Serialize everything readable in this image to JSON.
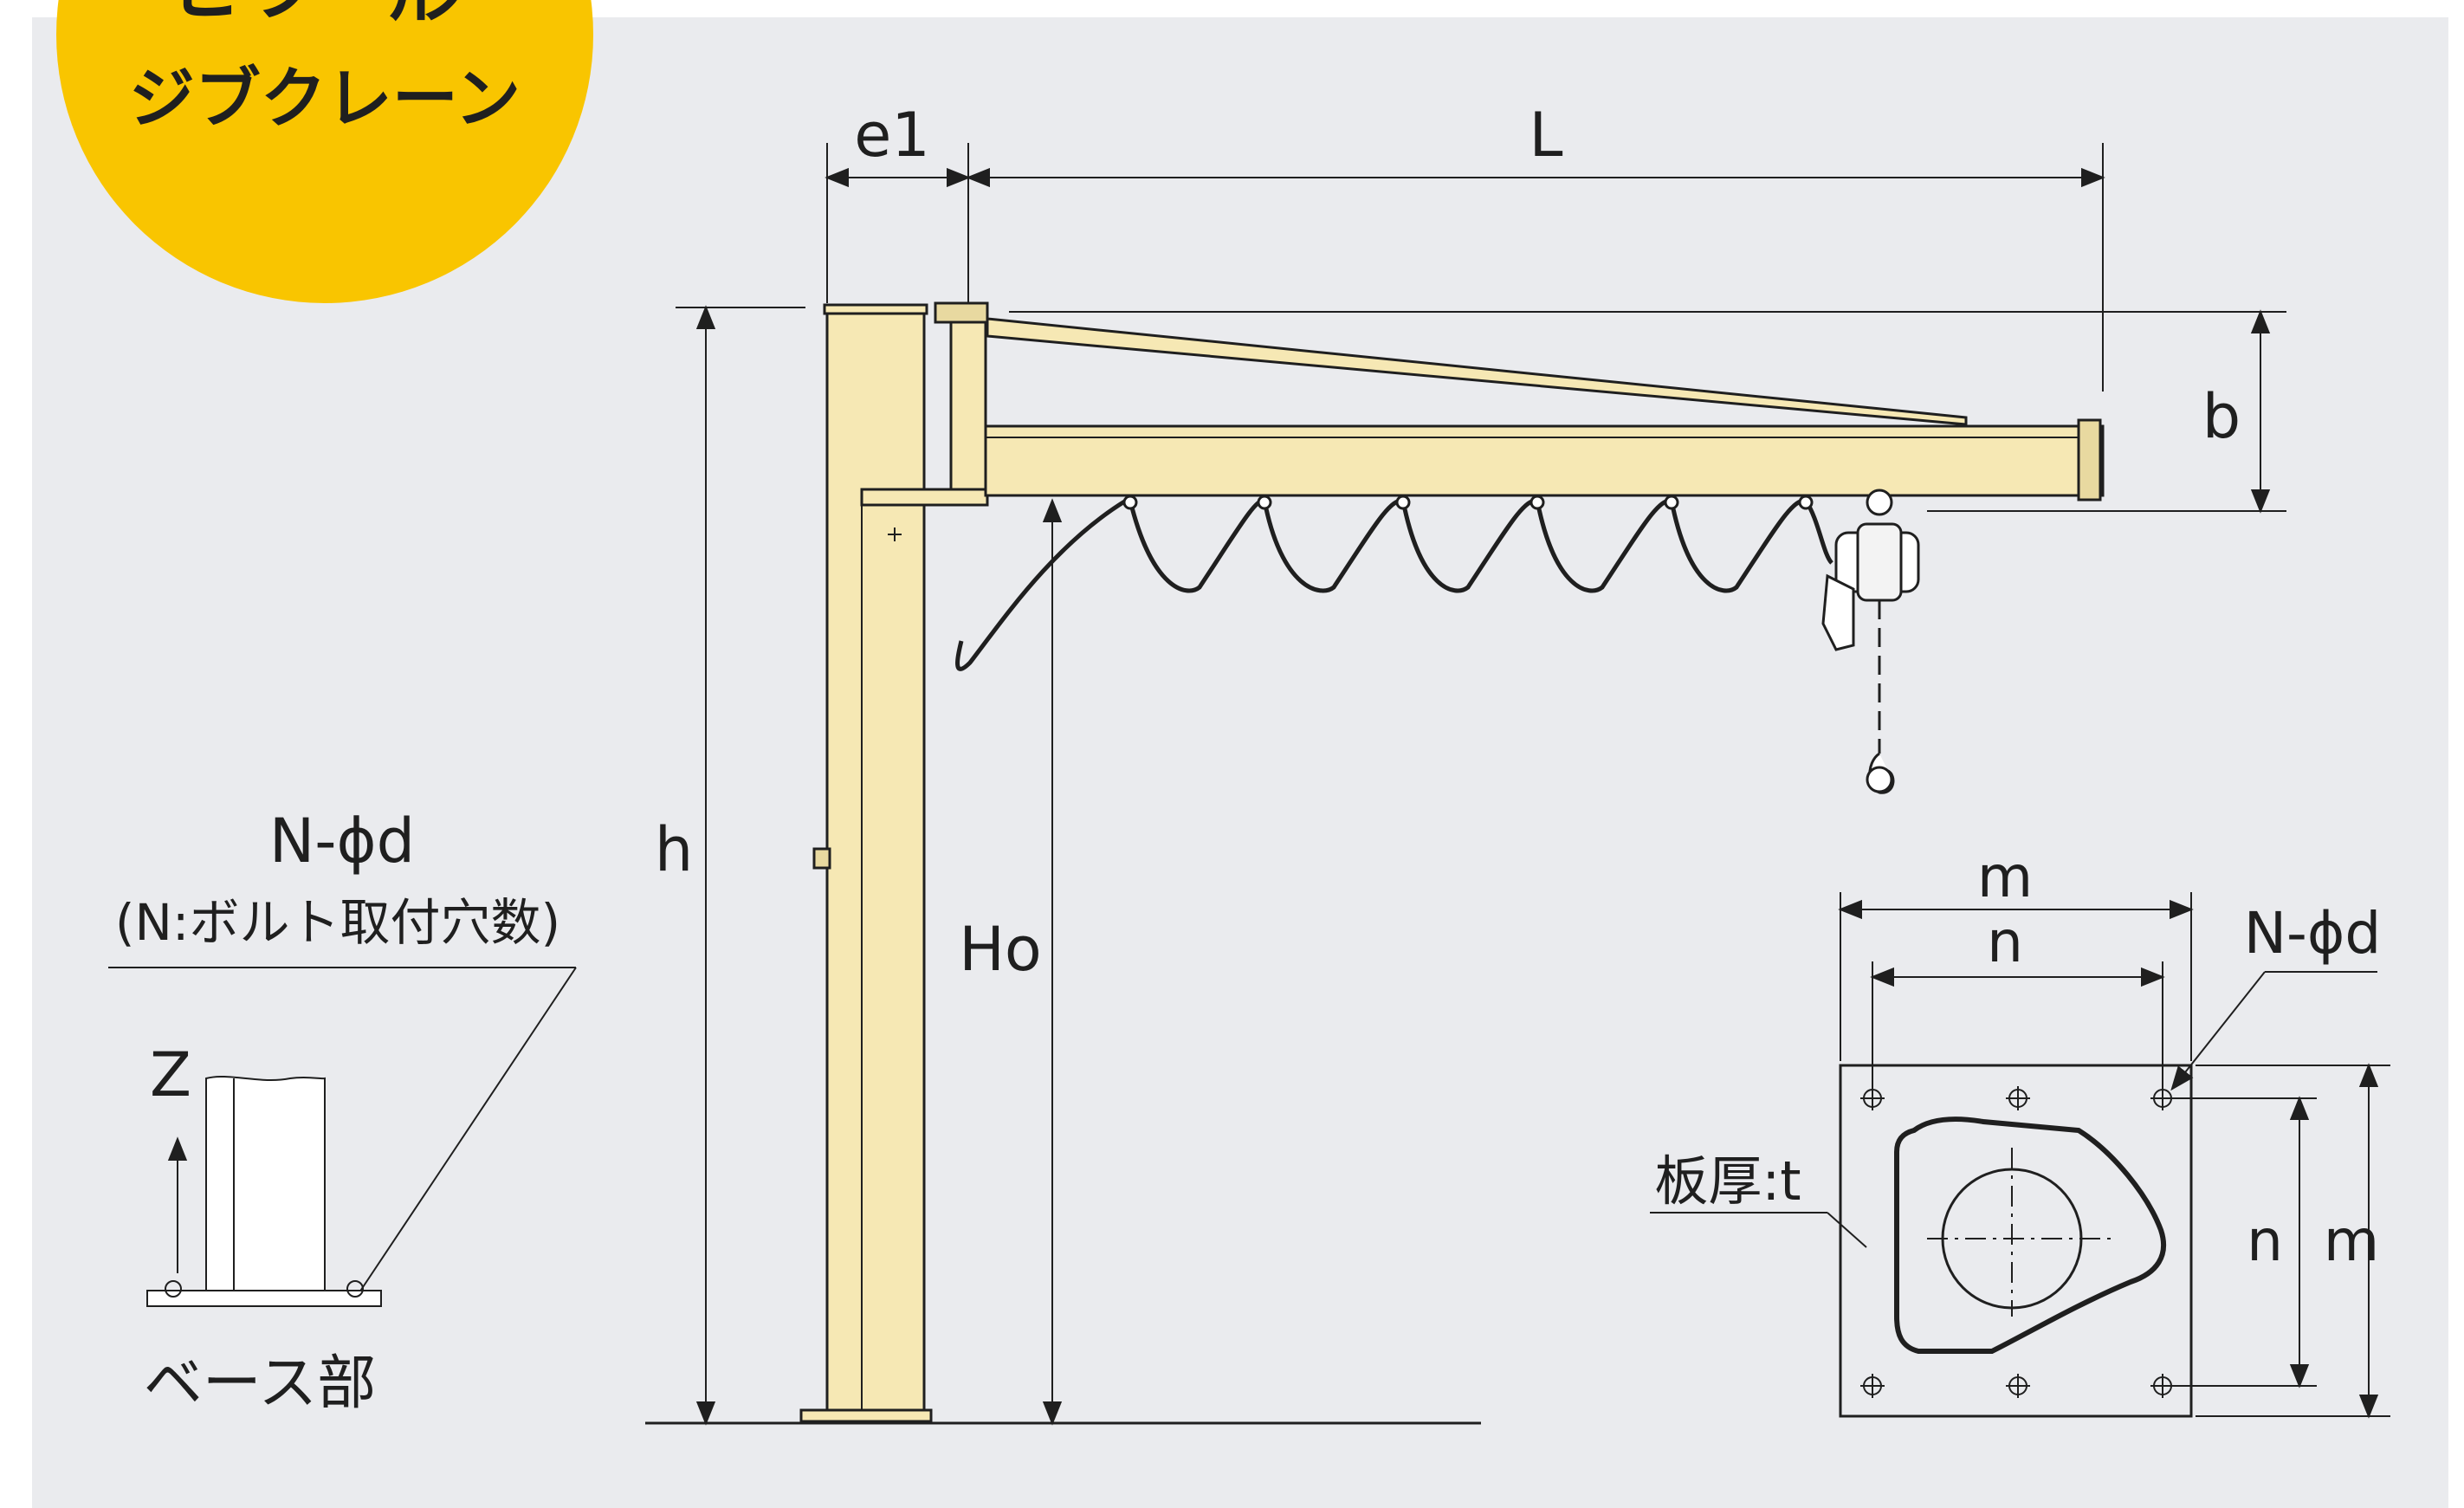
{
  "badge": {
    "line1": "ピラー形",
    "line2": "ジブクレーン",
    "color": "#f9c500"
  },
  "dimensions": {
    "e1": "e1",
    "L": "L",
    "b": "b",
    "h": "h",
    "Ho": "Ho"
  },
  "base_detail": {
    "hole_label": "N-ϕd",
    "hole_note": "(N:ボルト取付穴数)",
    "axis_label": "Z",
    "caption": "ベース部"
  },
  "plate_detail": {
    "m_top": "m",
    "n_top": "n",
    "hole_label": "N-ϕd",
    "thickness_label": "板厚:t",
    "n_side": "n",
    "m_side": "m"
  },
  "colors": {
    "background": "#eaebee",
    "steel": "#f6e8b4",
    "line": "#1f1f1f"
  }
}
